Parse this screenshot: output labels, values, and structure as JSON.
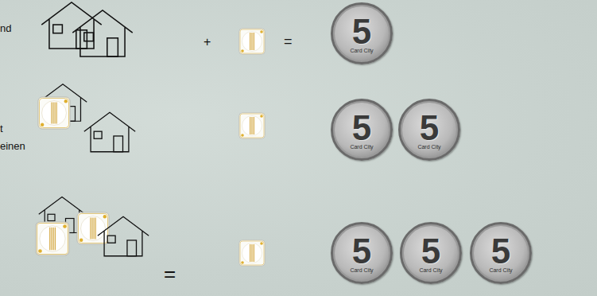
{
  "diagram": {
    "nodes": [
      {
        "text": [
          "5",
          "Card City"
        ]
      },
      {
        "text": [
          "5",
          "Card City"
        ]
      },
      {
        "text": [
          "5",
          "Card City"
        ]
      },
      {
        "text": [
          "5",
          "Card City"
        ]
      },
      {
        "text": [
          "5",
          "Card City"
        ]
      },
      {
        "text": [
          "5",
          "Card City"
        ]
      }
    ],
    "labels": [
      "nd",
      "+",
      "=",
      "t",
      "einen",
      "="
    ]
  }
}
